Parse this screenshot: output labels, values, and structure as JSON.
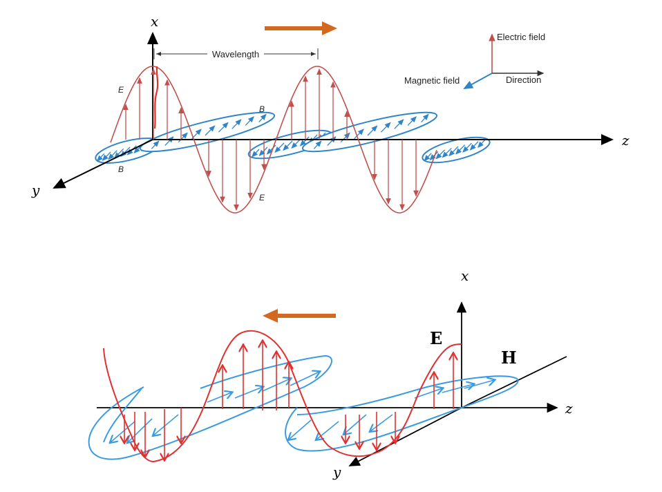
{
  "top_diagram": {
    "axis_x": "x",
    "axis_y": "y",
    "axis_z": "z",
    "wavelength": "Wavelength",
    "e_label": "E",
    "b_label": "B",
    "legend": {
      "electric": "Electric field",
      "magnetic": "Magnetic field",
      "direction": "Direction"
    }
  },
  "bottom_diagram": {
    "axis_x": "x",
    "axis_y": "y",
    "axis_z": "z",
    "e_label": "E",
    "h_label": "H"
  },
  "colors": {
    "electric": "#c0504d",
    "magnetic": "#2e86c9",
    "direction_arrow": "#d2691e",
    "hand_red": "#e03030",
    "hand_blue": "#3a9be0"
  }
}
